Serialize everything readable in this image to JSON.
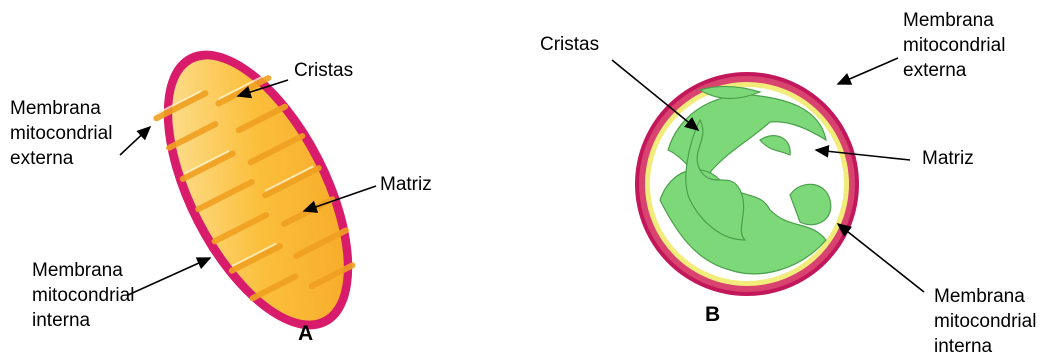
{
  "panels": {
    "a": {
      "letter": "A",
      "labels": {
        "cristas": "Cristas",
        "matriz": "Matriz",
        "outer_membrane": [
          "Membrana",
          "mitocondrial",
          "externa"
        ],
        "inner_membrane": [
          "Membrana",
          "mitocondrial",
          "interna"
        ]
      }
    },
    "b": {
      "letter": "B",
      "labels": {
        "cristas": "Cristas",
        "matriz": "Matriz",
        "outer_membrane": [
          "Membrana",
          "mitocondrial",
          "externa"
        ],
        "inner_membrane": [
          "Membrana",
          "mitocondrial",
          "interna"
        ]
      }
    }
  },
  "colors": {
    "outer_membrane": "#d81b6a",
    "matrix_fill": "#fbbf3c",
    "matrix_light": "#fde7a6",
    "cristae_green": "#7dd87a",
    "inner_yellow": "#f2ec7a",
    "arrow": "#000000"
  }
}
